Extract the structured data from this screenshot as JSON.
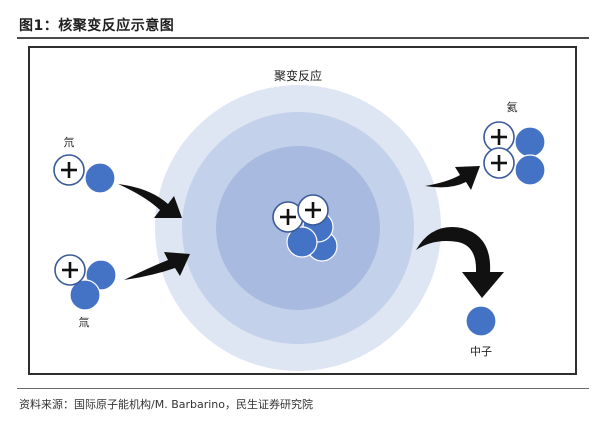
{
  "figure": {
    "title": "图1：核聚变反应示意图",
    "source": "资料来源：国际原子能机构/M. Barbarino，民生证券研究院"
  },
  "diagram": {
    "center_label": "聚变反应",
    "deuterium_label": "氘",
    "tritium_label": "氚",
    "helium_label": "氦",
    "neutron_label": "中子",
    "proton_symbol": "+",
    "colors": {
      "outer_ring": "#dfe6f3",
      "middle_ring": "#c4d1ea",
      "inner_core": "#a8bae0",
      "neutron": "#4472c4",
      "proton_fill": "#ffffff",
      "proton_stroke": "#3a5a98",
      "arrow": "#111111"
    }
  }
}
